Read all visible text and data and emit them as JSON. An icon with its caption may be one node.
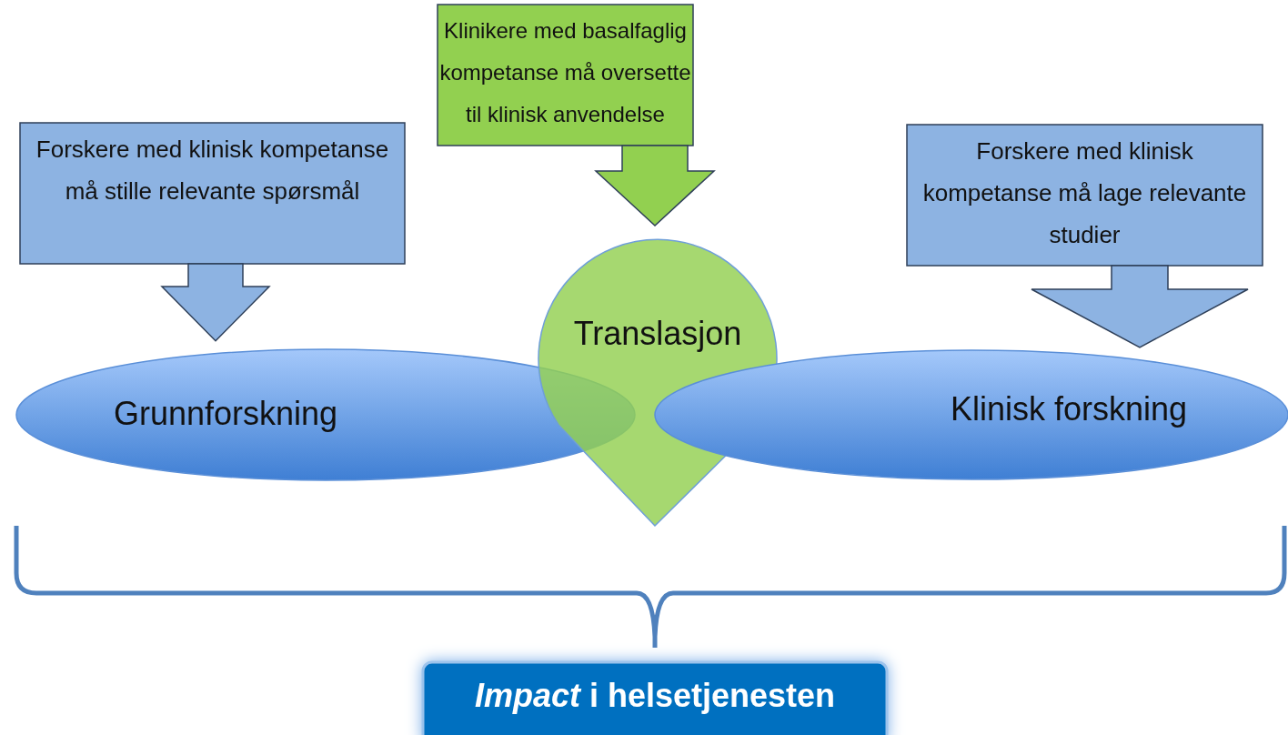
{
  "diagram": {
    "nodes": [
      {
        "text": [
          "Forskere med klinisk kompetanse må stille relevante spørsmål"
        ]
      },
      {
        "text": [
          "Klinikere med basalfaglig kompetanse må oversette til klinisk anvendelse"
        ]
      },
      {
        "text": [
          "Forskere med klinisk kompetanse må lage relevante studier"
        ]
      },
      {
        "text": [
          "Grunnforskning"
        ]
      },
      {
        "text": [
          "Translasjon"
        ]
      },
      {
        "text": [
          "Klinisk forskning"
        ]
      },
      {
        "text": [
          "*Impact* i helsetjenesten"
        ]
      }
    ],
    "edges": [
      {
        "from": 0,
        "to": 3,
        "arrow": "to"
      },
      {
        "from": 1,
        "to": 4,
        "arrow": "to",
        "color": "#92d050"
      },
      {
        "from": 2,
        "to": 5,
        "arrow": "to"
      }
    ]
  }
}
